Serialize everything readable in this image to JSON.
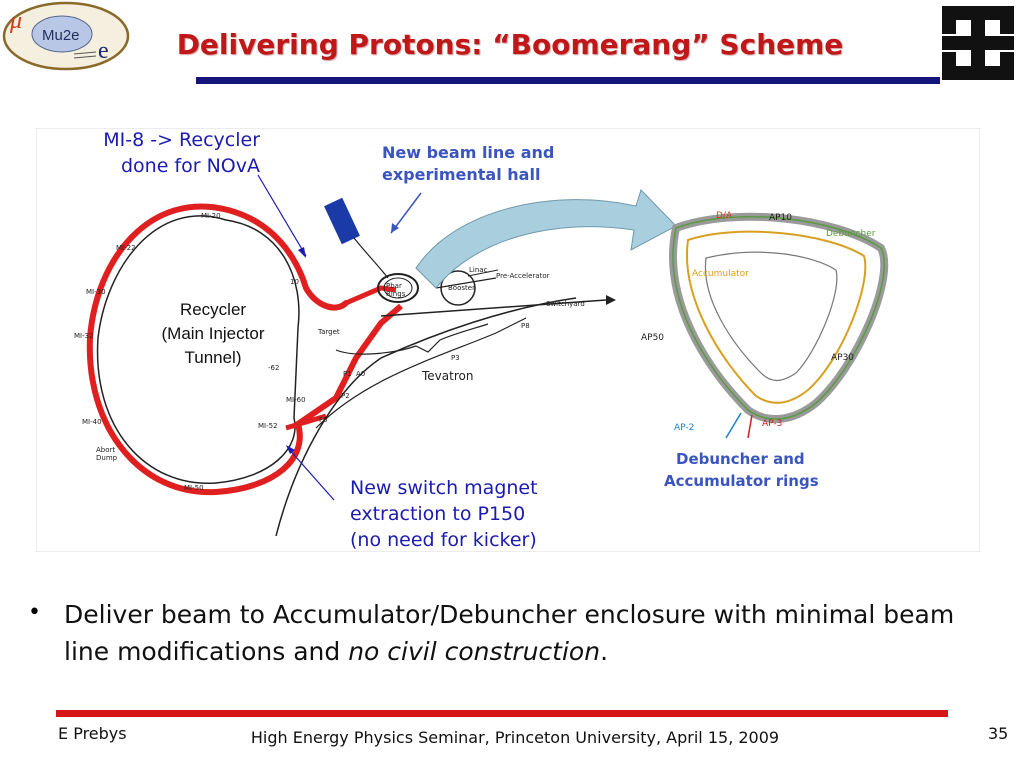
{
  "header": {
    "logo_text": "Mu2e",
    "logo_mu": "μ",
    "logo_e": "e",
    "title": "Delivering Protons: “Boomerang” Scheme"
  },
  "diagram": {
    "callout_mi8_line1": "MI-8 -> Recycler",
    "callout_mi8_line2": "done for NOvA",
    "callout_switch_line1": "New switch magnet",
    "callout_switch_line2": "extraction to P150",
    "callout_switch_line3": "(no need for kicker)",
    "recycler_line1": "Recycler",
    "recycler_line2": "(Main Injector",
    "recycler_line3": "Tunnel)",
    "new_beam_line1": "New beam line and",
    "new_beam_line2": "experimental hall",
    "debuncher_rings_line1": "Debuncher and",
    "debuncher_rings_line2": "Accumulator rings",
    "labels": {
      "mi20": "MI-20",
      "mi22": "MI-22",
      "mi30": "MI-30",
      "mi32": "MI-32",
      "mi40": "MI-40",
      "mi50": "MI-50",
      "mi52": "MI-52",
      "mi60": "MI-60",
      "mi62": "-62",
      "abort_dump": "Abort",
      "dump": "Dump",
      "target": "Target",
      "p1": "P1",
      "p2": "P2",
      "p3": "P3",
      "p8": "P8",
      "a0": "A0",
      "f0": "F0",
      "pbar_ring": "Pbar",
      "rings": "Rings",
      "booster": "Booster",
      "linac": "Linac",
      "pre_accelerator": "Pre-Accelerator",
      "switchyard": "Switchyard",
      "tevatron": "Tevatron",
      "p150": "10",
      "da": "D/A",
      "ap10": "AP10",
      "ap30": "AP30",
      "ap50": "AP50",
      "ap2": "AP-2",
      "ap3": "AP-3",
      "debuncher": "Debuncher",
      "accumulator": "Accumulator"
    }
  },
  "bullet": {
    "text_main": "Deliver beam to Accumulator/Debuncher enclosure with minimal beam line modifications and ",
    "text_italic": "no civil construction",
    "text_end": "."
  },
  "footer": {
    "author": "E Prebys",
    "venue": "High Energy Physics Seminar, Princeton University, April 15, 2009",
    "page": "35"
  },
  "colors": {
    "title_red": "#c01818",
    "title_rule_navy": "#14147a",
    "callout_blue": "#1b1baf",
    "beam_red": "#e02020",
    "footer_red": "#d61616"
  }
}
